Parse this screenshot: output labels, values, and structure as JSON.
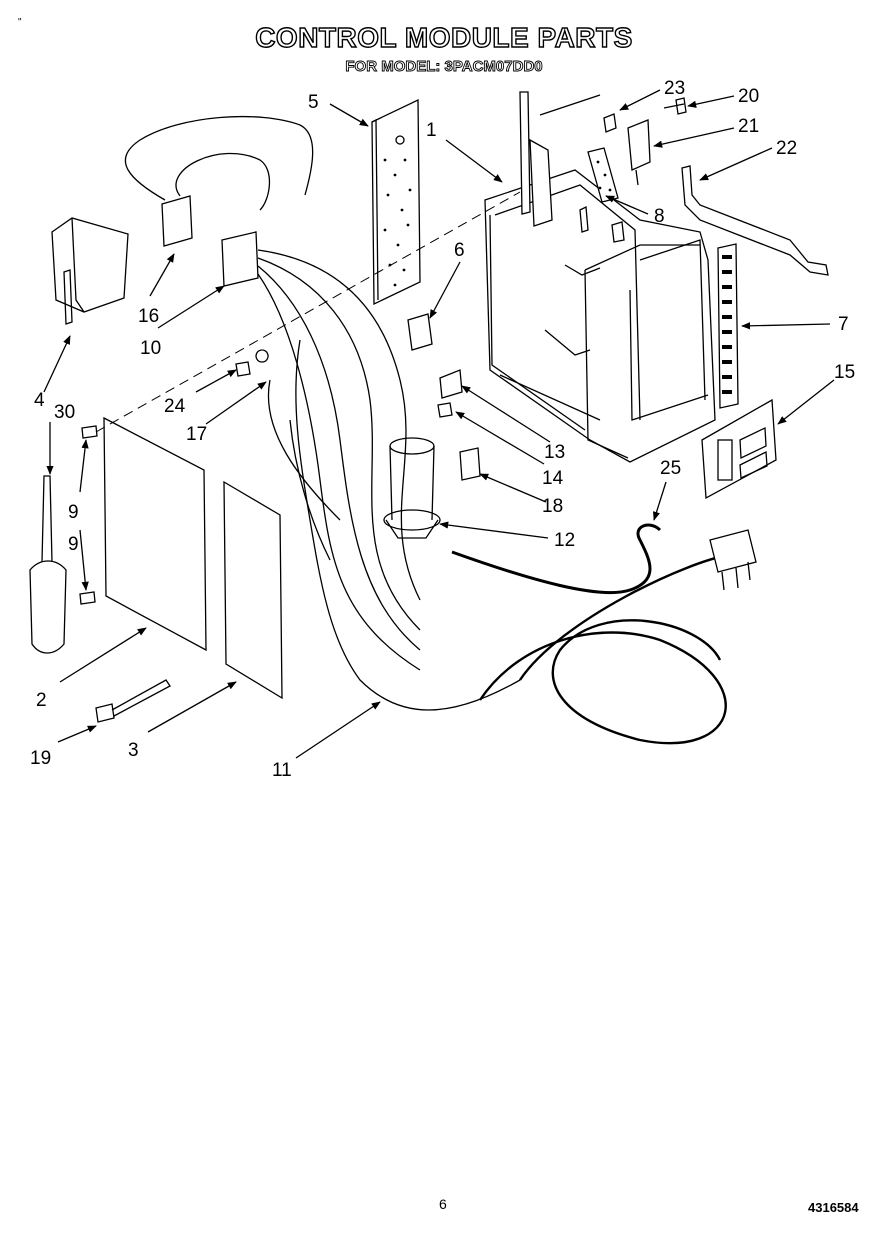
{
  "header": {
    "title": "CONTROL MODULE PARTS",
    "subtitle": "FOR MODEL: 3PACM07DD0",
    "mark": "\""
  },
  "footer": {
    "page_number": "6",
    "document_number": "4316584"
  },
  "callouts": [
    "1",
    "2",
    "3",
    "4",
    "5",
    "6",
    "7",
    "8",
    "9",
    "9",
    "10",
    "11",
    "12",
    "13",
    "14",
    "15",
    "16",
    "17",
    "18",
    "19",
    "20",
    "21",
    "22",
    "23",
    "24",
    "25",
    "30"
  ]
}
